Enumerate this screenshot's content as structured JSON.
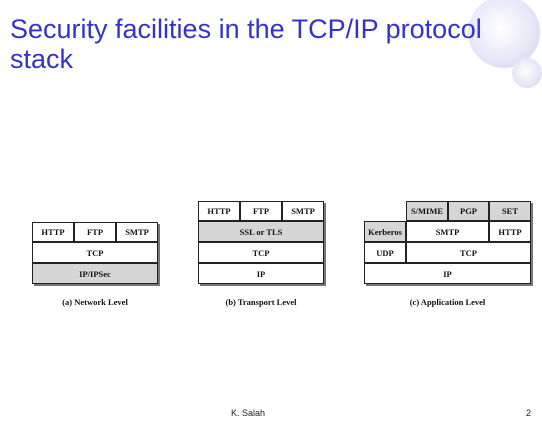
{
  "slide": {
    "title": "Security facilities in the TCP/IP protocol stack",
    "author": "K. Salah",
    "page_number": "2"
  },
  "diagrams": {
    "network": {
      "caption": "(a) Network Level",
      "app_row": [
        "HTTP",
        "FTP",
        "SMTP"
      ],
      "transport": "TCP",
      "network": "IP/IPSec"
    },
    "transport": {
      "caption": "(b) Transport Level",
      "app_row": [
        "HTTP",
        "FTP",
        "SMTP"
      ],
      "security": "SSL or TLS",
      "transport": "TCP",
      "network": "IP"
    },
    "application": {
      "caption": "(c) Application Level",
      "top_row": [
        "S/MIME",
        "PGP",
        "SET"
      ],
      "kerberos": "Kerberos",
      "smtp": "SMTP",
      "http": "HTTP",
      "udp": "UDP",
      "tcp": "TCP",
      "ip": "IP"
    }
  },
  "colors": {
    "title": "#3333cc",
    "shaded_cell": "#d6d6d6"
  }
}
